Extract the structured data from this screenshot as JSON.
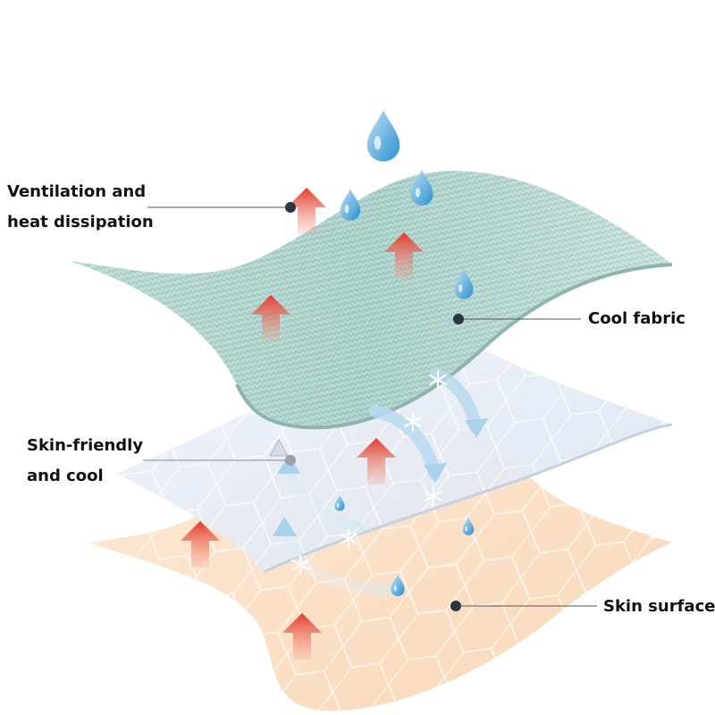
{
  "labels": {
    "ventilation": {
      "line1": "Ventilation and",
      "line2": "heat dissipation"
    },
    "cool_fabric": "Cool fabric",
    "skin_friendly": {
      "line1": "Skin-friendly",
      "line2": "and cool"
    },
    "skin_surface": "Skin surface"
  },
  "colors": {
    "cool_fabric": "#a9cfc8",
    "cool_fabric_dark": "#8fbab3",
    "middle_layer": "#e8eef7",
    "skin_layer": "#fbe2c9",
    "arrow_red": "#e8493e",
    "drop_blue": "#4aa8dc",
    "curved_arrow": "#a8d2ee",
    "dot": "#2c3440"
  },
  "icons": [
    "water-drop-icon",
    "heat-arrow-icon",
    "snowflake-icon",
    "curved-airflow-arrow-icon"
  ]
}
